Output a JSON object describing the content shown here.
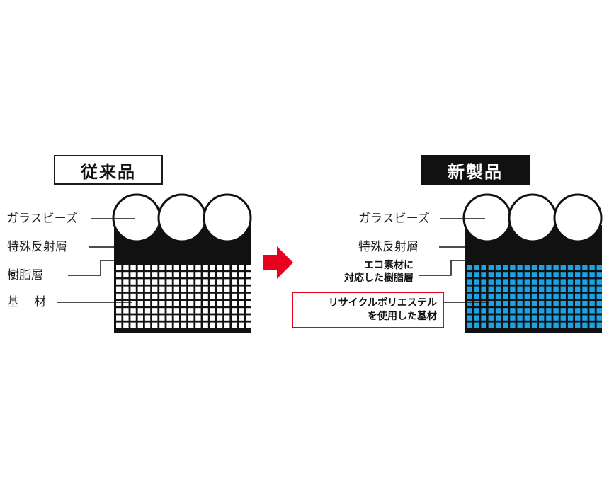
{
  "old_product": {
    "title": "従来品",
    "labels": {
      "glass_beads": "ガラスビーズ",
      "reflective_layer": "特殊反射層",
      "resin_layer": "樹脂層",
      "substrate": "基　材"
    }
  },
  "new_product": {
    "title": "新製品",
    "labels": {
      "glass_beads": "ガラスビーズ",
      "reflective_layer": "特殊反射層",
      "resin_line1": "エコ素材に",
      "resin_line2": "対応した樹脂層",
      "substrate_line1": "リサイクルポリエステル",
      "substrate_line2": "を使用した基材"
    }
  },
  "colors": {
    "arrow": "#e8001c",
    "new_grid_cells": "#1ba3e6",
    "callout_border": "#e0001b"
  }
}
